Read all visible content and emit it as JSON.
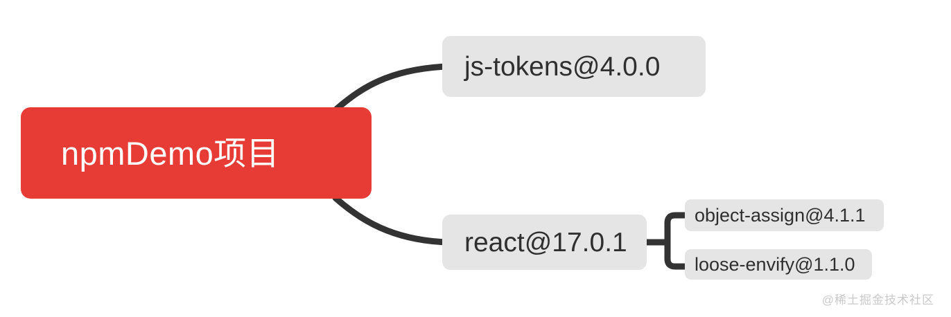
{
  "diagram": {
    "type": "mind-map",
    "title": "npm dependency tree",
    "root": {
      "label": "npmDemo项目",
      "color": "#e73b36",
      "text_color": "#ffffff"
    },
    "branches": [
      {
        "label": "js-tokens@4.0.0",
        "color": "#e5e5e5",
        "text_color": "#2f2f2f",
        "children": []
      },
      {
        "label": "react@17.0.1",
        "color": "#e5e5e5",
        "text_color": "#2f2f2f",
        "children": [
          {
            "label": "object-assign@4.1.1",
            "color": "#e5e5e5",
            "text_color": "#2f2f2f"
          },
          {
            "label": "loose-envify@1.1.0",
            "color": "#e5e5e5",
            "text_color": "#2f2f2f"
          }
        ]
      }
    ],
    "connector_color": "#333333",
    "background": "#ffffff"
  },
  "watermark": {
    "text": "@稀土掘金技术社区",
    "color": "#c9c9c9"
  }
}
